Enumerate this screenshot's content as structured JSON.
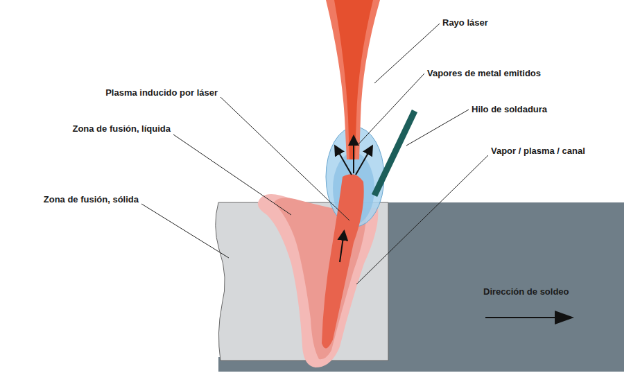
{
  "diagram": {
    "labels": [
      "Rayo láser",
      "Vapores de metal emitidos",
      "Hilo de soldadura",
      "Plasma inducido por láser",
      "Zona de fusión, líquida",
      "Zona de fusión, sólida",
      "Vapor / plasma / canal",
      "Dirección de soldeo"
    ]
  }
}
